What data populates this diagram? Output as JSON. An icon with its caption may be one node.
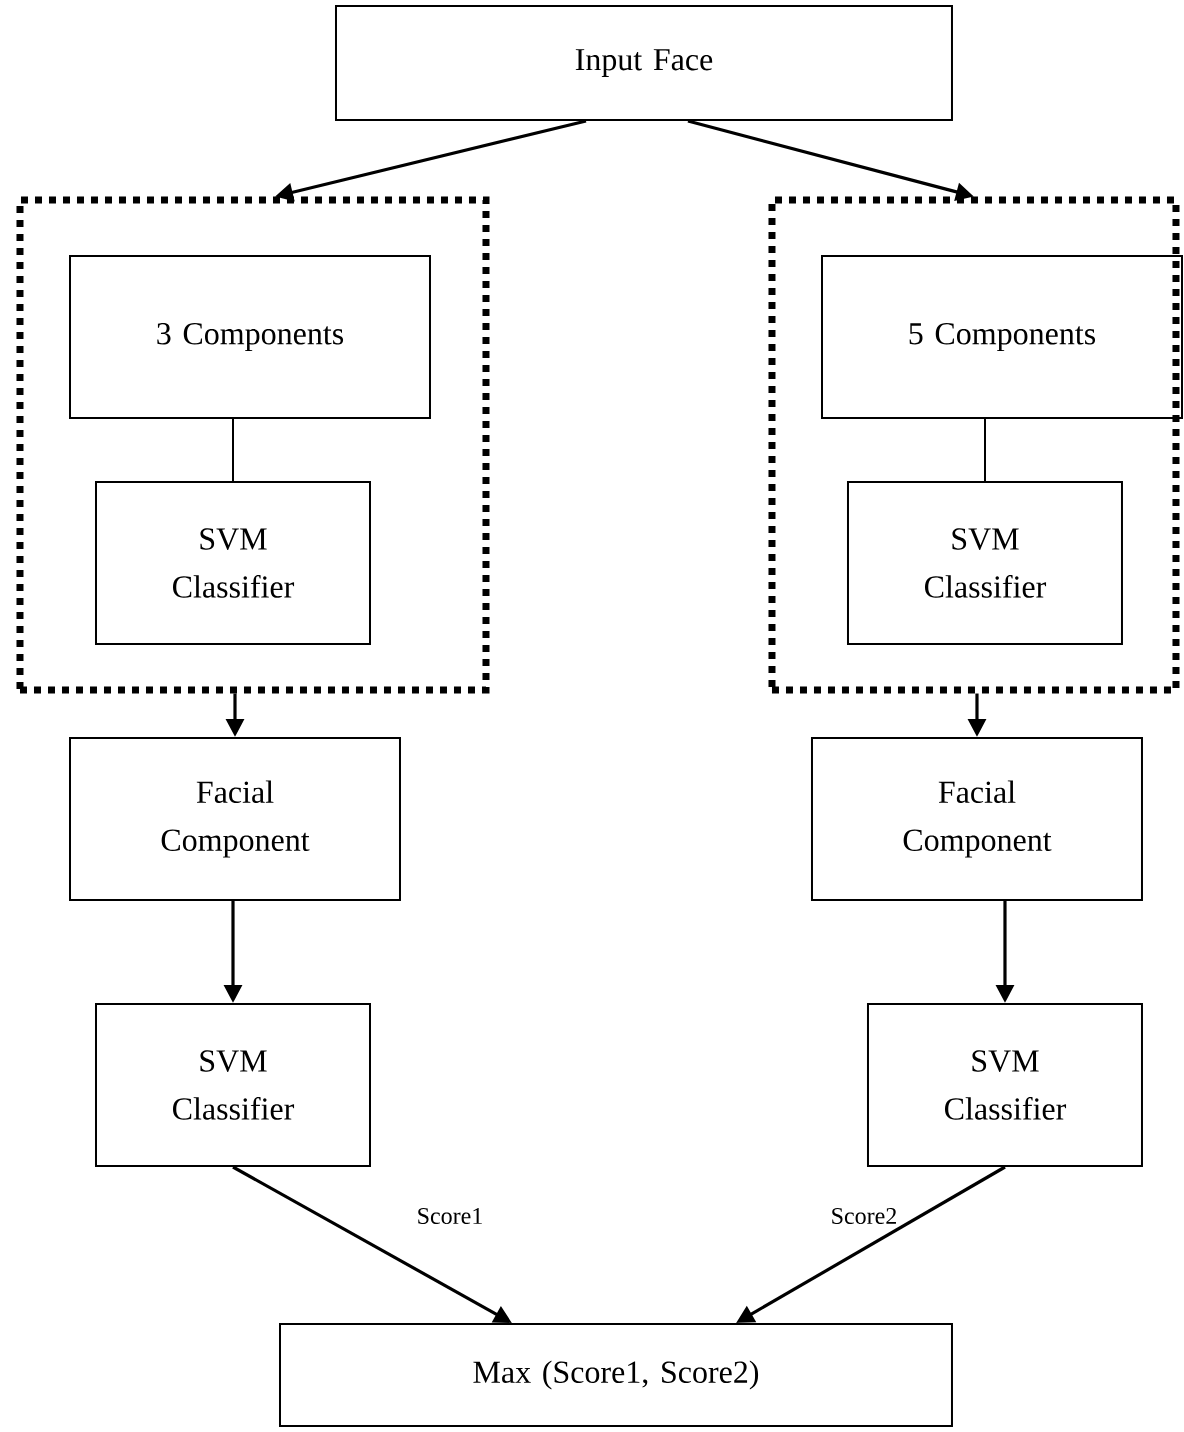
{
  "diagram": {
    "nodes": [
      {
        "text": [
          "Input Face"
        ]
      },
      {
        "text": [],
        "shape": "box"
      },
      {
        "text": [
          "3 Components"
        ],
        "in": 1
      },
      {
        "text": [
          "SVM Classifier"
        ],
        "in": 1
      },
      {
        "text": [],
        "shape": "box"
      },
      {
        "text": [
          "5 Components"
        ],
        "in": 4
      },
      {
        "text": [
          "SVM Classifier"
        ],
        "in": 4
      },
      {
        "text": [
          "Facial Component"
        ]
      },
      {
        "text": [
          "SVM Classifier"
        ]
      },
      {
        "text": [
          "Facial Component"
        ]
      },
      {
        "text": [
          "SVM Classifier"
        ]
      },
      {
        "text": [
          "Max (Score1, Score2)"
        ]
      }
    ],
    "edges": [
      {
        "from": 0,
        "to": 1,
        "arrow": "to"
      },
      {
        "from": 0,
        "to": 4,
        "arrow": "to"
      },
      {
        "from": 2,
        "to": 3,
        "arrow": "none"
      },
      {
        "from": 5,
        "to": 6,
        "arrow": "none"
      },
      {
        "from": 1,
        "to": 7,
        "arrow": "to"
      },
      {
        "from": 4,
        "to": 9,
        "arrow": "to"
      },
      {
        "from": 7,
        "to": 8,
        "arrow": "to"
      },
      {
        "from": 9,
        "to": 10,
        "arrow": "to"
      },
      {
        "from": 8,
        "to": 11,
        "arrow": "to",
        "label": "Score1"
      },
      {
        "from": 10,
        "to": 11,
        "arrow": "to",
        "label": "Score2"
      }
    ]
  }
}
